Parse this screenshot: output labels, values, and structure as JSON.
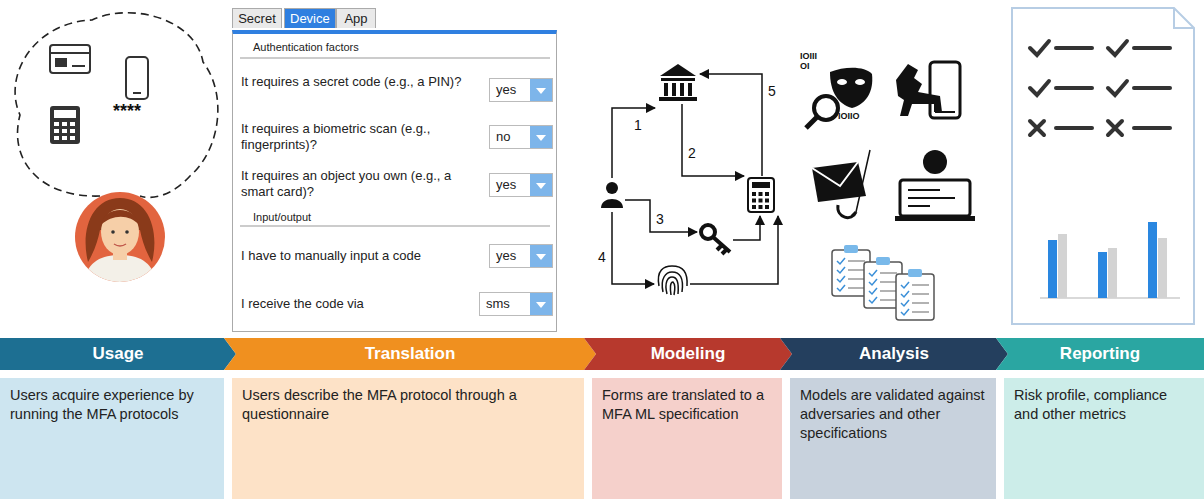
{
  "diagram": {
    "nodes": [
      {
        "text": [
          "Secret"
        ]
      },
      {
        "text": [
          "Device"
        ]
      },
      {
        "text": [
          "App"
        ]
      },
      {
        "text": [
          "Authentication factors",
          "It requires a secret code (e.g., a PIN)?",
          "It requires a biometric scan (e.g., fingerprints)?",
          "It requires an object you own (e.g., a smart card)?",
          "Input/output",
          "I have to manually input a code",
          "I receive the code via"
        ]
      },
      {
        "text": [
          "yes"
        ],
        "in": 3
      },
      {
        "text": [
          "no"
        ],
        "in": 3
      },
      {
        "text": [
          "yes"
        ],
        "in": 3
      },
      {
        "text": [
          "yes"
        ],
        "in": 3
      },
      {
        "text": [
          "sms"
        ],
        "in": 3
      },
      {
        "text": [
          "Usage"
        ]
      },
      {
        "text": [
          "Translation"
        ]
      },
      {
        "text": [
          "Modeling"
        ]
      },
      {
        "text": [
          "Analysis"
        ]
      },
      {
        "text": [
          "Reporting"
        ]
      },
      {
        "text": [
          "Users acquire experience by running the MFA protocols"
        ]
      },
      {
        "text": [
          "Users describe the MFA protocol through a questionnaire"
        ]
      },
      {
        "text": [
          "Forms are translated to a MFA ML specification"
        ]
      },
      {
        "text": [
          "Models are validated against adversaries and other specifications"
        ]
      },
      {
        "text": [
          "Risk profile, compliance and other metrics"
        ]
      }
    ],
    "labels": [
      "****",
      "1",
      "2",
      "3",
      "4",
      "5",
      "IOIII",
      "OI",
      "IOIIO"
    ]
  }
}
